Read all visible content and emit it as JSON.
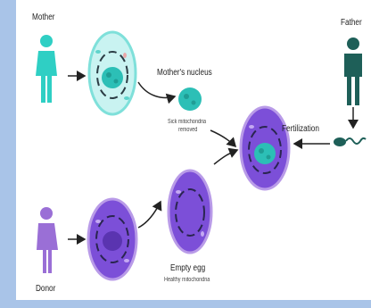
{
  "labels": {
    "mother": "Mother",
    "father": "Father",
    "donor": "Donor",
    "mothers_nucleus": "Mother's nucleus",
    "sick_mito_line1": "Sick mitochondria",
    "sick_mito_line2": "removed",
    "fertilization": "Fertilization",
    "empty_egg": "Empty egg",
    "healthy_mito": "Healthy mitochondria"
  },
  "colors": {
    "mother": "#2fcfc4",
    "father": "#1e5f58",
    "donor": "#9a6fd6",
    "mother_cell": "#c9f3f1",
    "donor_cell": "#7c4fd8",
    "nucleus": "#2cbfb6",
    "border_blue": "#a9c4e8"
  },
  "icons": [
    "mother-figure-icon",
    "father-figure-icon",
    "donor-figure-icon",
    "sperm-icon"
  ]
}
